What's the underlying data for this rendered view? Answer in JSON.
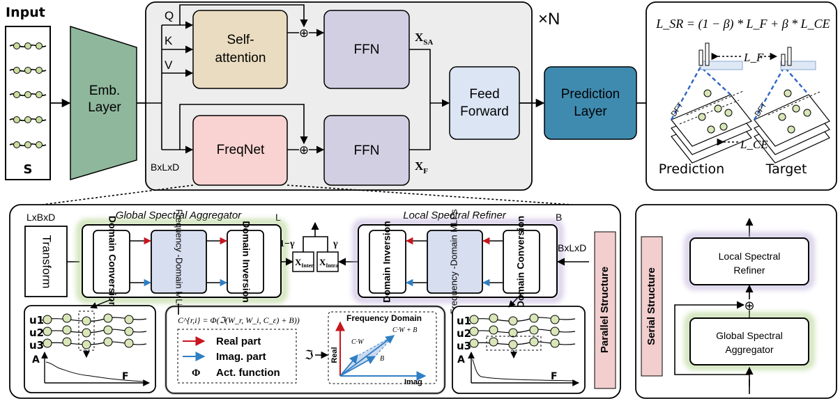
{
  "input": {
    "title": "Input",
    "label": "S"
  },
  "embedding": {
    "line1": "Emb.",
    "line2": "Layer"
  },
  "encoder": {
    "repeat_label": "×N",
    "q": "Q",
    "k": "K",
    "v": "V",
    "self_attention_line1": "Self-",
    "self_attention_line2": "attention",
    "freqnet": "FreqNet",
    "ffn_top": "FFN",
    "ffn_bottom": "FFN",
    "x_sa": "X",
    "x_sa_sub": "SA",
    "x_f": "X",
    "x_f_sub": "F",
    "shape_label": "BxLxD",
    "plus": "⊕"
  },
  "feed_forward": {
    "line1": "Feed",
    "line2": "Forward"
  },
  "prediction_layer": {
    "line1": "Prediction",
    "line2": "Layer"
  },
  "loss_panel": {
    "formula": "L_SR = (1 − β) * L_F + β * L_CE",
    "lf": "L_F",
    "lce": "L_CE",
    "dft": "DFT",
    "prediction": "Prediction",
    "target": "Target"
  },
  "parallel_panel": {
    "input_shape": "LxBxD",
    "transform": "Transform",
    "gsa_title": "Global Spectral Aggregator",
    "gsa_repeat": "L",
    "lsr_title": "Local Spectral Refiner",
    "lsr_repeat": "B",
    "domain_conversion": "Domain Conversion",
    "freq_mlps": "Frequency -Domain MLPs",
    "domain_inversion": "Domain Inversion",
    "one_minus_gamma": "1−γ",
    "gamma": "γ",
    "x_inter": "X",
    "x_inter_sub": "Inter",
    "x_intra": "X",
    "x_intra_sub": "Intra",
    "lsr_shape": "BxLxD",
    "parallel_structure": "Parallel Structure",
    "u_labels": [
      "u1",
      "u2",
      "u3"
    ],
    "amp_axis": "A",
    "freq_axis": "F",
    "activation_formula": "C^{r,i} = Φ(ℑ(W_r, W_i, C_ε) + B))",
    "legend_real": "Real part",
    "legend_imag": "Imag. part",
    "legend_act_symbol": "Φ",
    "legend_act": "Act. function",
    "op_symbol": "ℑ",
    "freq_domain_title": "Frequency Domain",
    "axis_real": "Real",
    "axis_imag": "Imag",
    "vec_cw": "C·W",
    "vec_cwb": "C·W + B",
    "vec_b": "B"
  },
  "serial_panel": {
    "title": "Serial Structure",
    "lsr": "Local Spectral Refiner",
    "gsa": "Global Spectral Aggregator"
  },
  "colors": {
    "self_attention": "#e9dcc0",
    "freqnet": "#f9d3d1",
    "ffn": "#d3cfe3",
    "embedding": "#8fb79c",
    "feed_forward": "#dbe5f4",
    "prediction_layer": "#3f8bb0",
    "gsa_glow": "#9bc56a",
    "lsr_glow": "#b6a6d6",
    "freq_mlp_fill": "#d7deef",
    "parallel_label_bg": "#f2cece",
    "real_arrow": "#c7161d",
    "imag_arrow": "#2f7fc4",
    "node_fill": "#d8e6b8"
  }
}
